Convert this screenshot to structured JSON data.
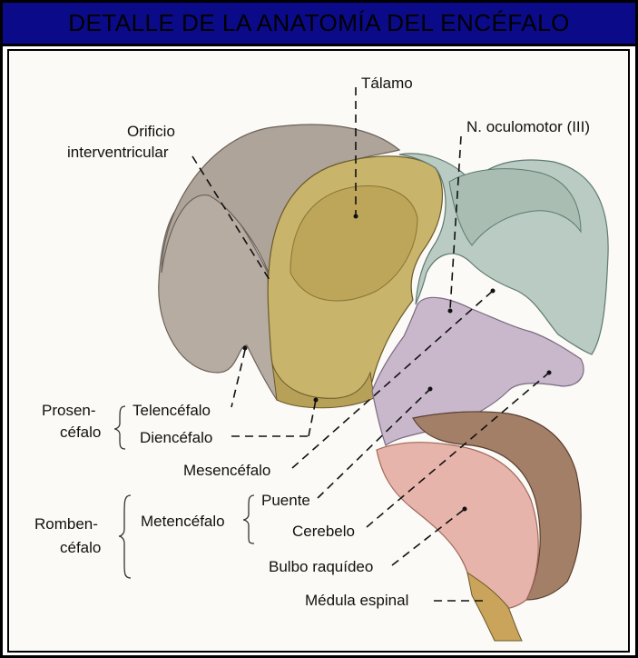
{
  "title": "DETALLE DE LA ANATOMÍA DEL ENCÉFALO",
  "colors": {
    "title_bar": "#0b0b8a",
    "telencephalon": "#b7aca2",
    "diencephalon": "#c8b46a",
    "mesencephalon": "#b9cbc2",
    "pons": "#c9b7cc",
    "cerebellum": "#a37f68",
    "medulla": "#e6b4aa",
    "spinal_cord": "#c9a45a"
  },
  "labels": {
    "talamo": "Tálamo",
    "n_oculomotor": "N. oculomotor (III)",
    "orificio_1": "Orificio",
    "orificio_2": "interventricular",
    "prosen_1": "Prosen-",
    "prosen_2": "céfalo",
    "telencefalo": "Telencéfalo",
    "diencefalo": "Diencéfalo",
    "mesencefalo": "Mesencéfalo",
    "romben_1": "Romben-",
    "romben_2": "céfalo",
    "metencefalo": "Metencéfalo",
    "puente": "Puente",
    "cerebelo": "Cerebelo",
    "bulbo": "Bulbo raquídeo",
    "medula": "Médula espinal"
  }
}
